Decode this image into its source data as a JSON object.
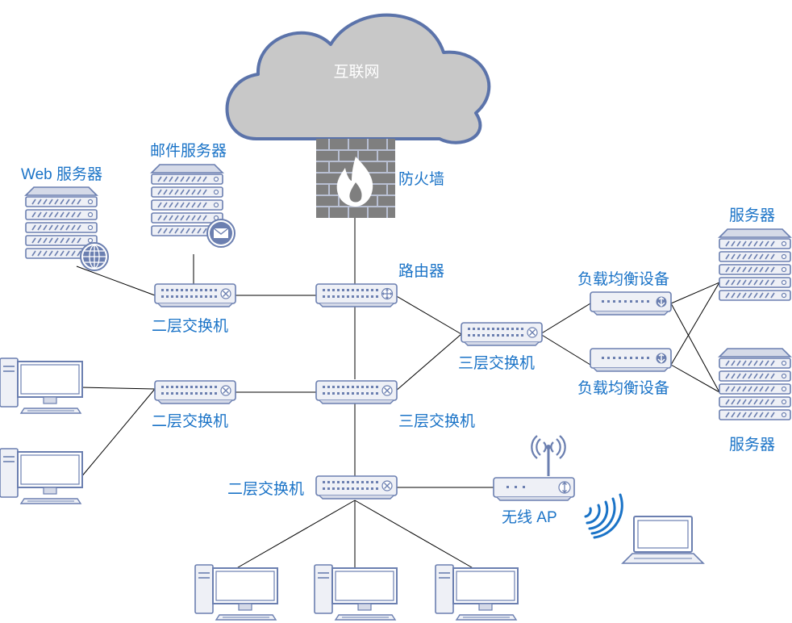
{
  "labels": {
    "internet": "互联网",
    "firewall": "防火墙",
    "router": "路由器",
    "web_server": "Web 服务器",
    "mail_server": "邮件服务器",
    "l2_switch_top": "二层交换机",
    "l2_switch_mid": "二层交换机",
    "l2_switch_bottom": "二层交换机",
    "l3_switch_center": "三层交换机",
    "l3_switch_right": "三层交换机",
    "load_balancer_1": "负载均衡设备",
    "load_balancer_2": "负载均衡设备",
    "server_top": "服务器",
    "server_bottom": "服务器",
    "wireless_ap": "无线 AP"
  },
  "colors": {
    "label": "#1a73c7",
    "device_fill": "#e8ebf3",
    "device_stroke": "#6b7fb0",
    "cloud_fill": "#c8c8c8",
    "cloud_stroke": "#5b73aa",
    "brick_fill": "#7f7f7f",
    "wifi_waves": "#1a73c7"
  },
  "icons": [
    "cloud-icon",
    "firewall-icon",
    "router-icon",
    "switch-icon",
    "server-icon",
    "mail-icon",
    "globe-icon",
    "desktop-icon",
    "laptop-icon",
    "wifi-icon",
    "load-balancer-icon"
  ]
}
